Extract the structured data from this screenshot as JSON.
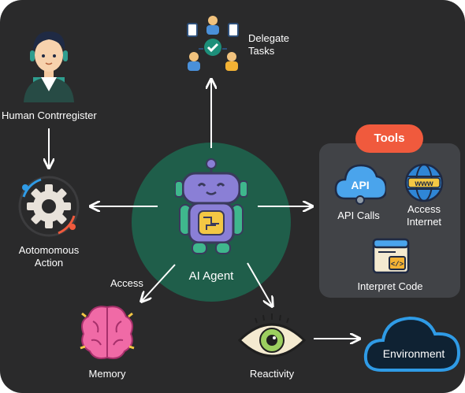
{
  "center": {
    "label": "AI Agent"
  },
  "nodes": {
    "delegate": {
      "label": "Delegate\nTasks"
    },
    "human": {
      "label": "Human Contrregister"
    },
    "autonomous": {
      "label": "Aotomomous\nAction"
    },
    "memory": {
      "label": "Memory"
    },
    "reactivity": {
      "label": "Reactivity"
    },
    "environment": {
      "label": "Environment"
    }
  },
  "edges": {
    "memory_edge_label": "Access"
  },
  "tools": {
    "title": "Tools",
    "items": [
      {
        "label": "API Calls",
        "icon": "cloud-api-icon",
        "glyph": "API"
      },
      {
        "label": "Access\nInternet",
        "icon": "globe-www-icon",
        "glyph": "www"
      },
      {
        "label": "Interpret Code",
        "icon": "code-window-icon",
        "glyph": "</>"
      }
    ]
  },
  "colors": {
    "background": "#2a2a2b",
    "center_circle": "#1f5e4a",
    "tools_panel": "#414347",
    "tools_pill": "#f05a3d",
    "cloud_outline": "#2f9be6",
    "robot": "#8a7fd6"
  }
}
